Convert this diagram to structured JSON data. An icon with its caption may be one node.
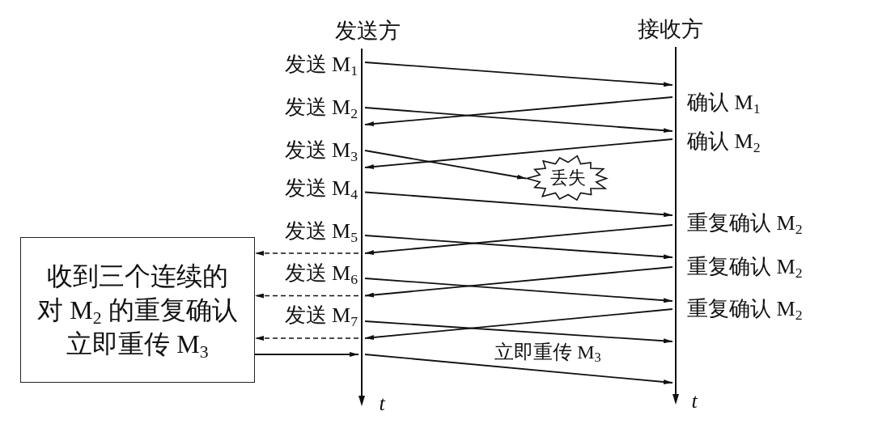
{
  "diagram": {
    "nodes": [
      {
        "text": [
          "发送方"
        ]
      },
      {
        "text": [
          "接收方"
        ]
      },
      {
        "text": [
          "收到三个连续的对 M$_{2}$ 的重复确认立即重传 M$_{3}$"
        ]
      },
      {
        "text": [
          "丢失"
        ]
      }
    ],
    "edges": [
      {
        "from": 0,
        "to": 1,
        "arrow": "to"
      },
      {
        "from": 1,
        "to": 0,
        "arrow": "to"
      },
      {
        "from": 0,
        "to": 1,
        "arrow": "to"
      },
      {
        "from": 1,
        "to": 0,
        "arrow": "to"
      },
      {
        "from": 0,
        "to": 3,
        "arrow": "to"
      },
      {
        "from": 0,
        "to": 1,
        "arrow": "to"
      },
      {
        "from": 1,
        "to": 0,
        "arrow": "to"
      },
      {
        "from": 0,
        "to": 1,
        "arrow": "to"
      },
      {
        "from": 0,
        "to": 2,
        "arrow": "to",
        "style": "dashed"
      },
      {
        "from": 1,
        "to": 0,
        "arrow": "to"
      },
      {
        "from": 0,
        "to": 1,
        "arrow": "to"
      },
      {
        "from": 0,
        "to": 2,
        "arrow": "to",
        "style": "dashed"
      },
      {
        "from": 1,
        "to": 0,
        "arrow": "to"
      },
      {
        "from": 0,
        "to": 1,
        "arrow": "to"
      },
      {
        "from": 0,
        "to": 2,
        "arrow": "to",
        "style": "dashed"
      },
      {
        "from": 2,
        "to": 0,
        "arrow": "to"
      },
      {
        "from": 0,
        "to": 1,
        "arrow": "to",
        "label": "立即重传 M$_{3}$"
      }
    ],
    "labels": [
      "发送 M$_{1}$",
      "发送 M$_{2}$",
      "确认 M$_{1}$",
      "发送 M$_{3}$",
      "确认 M$_{2}$",
      "发送 M$_{4}$",
      "发送 M$_{5}$",
      "重复确认 M$_{2}$",
      "发送 M$_{6}$",
      "重复确认 M$_{2}$",
      "发送 M$_{7}$",
      "重复确认 M$_{2}$",
      "t",
      "t"
    ]
  }
}
